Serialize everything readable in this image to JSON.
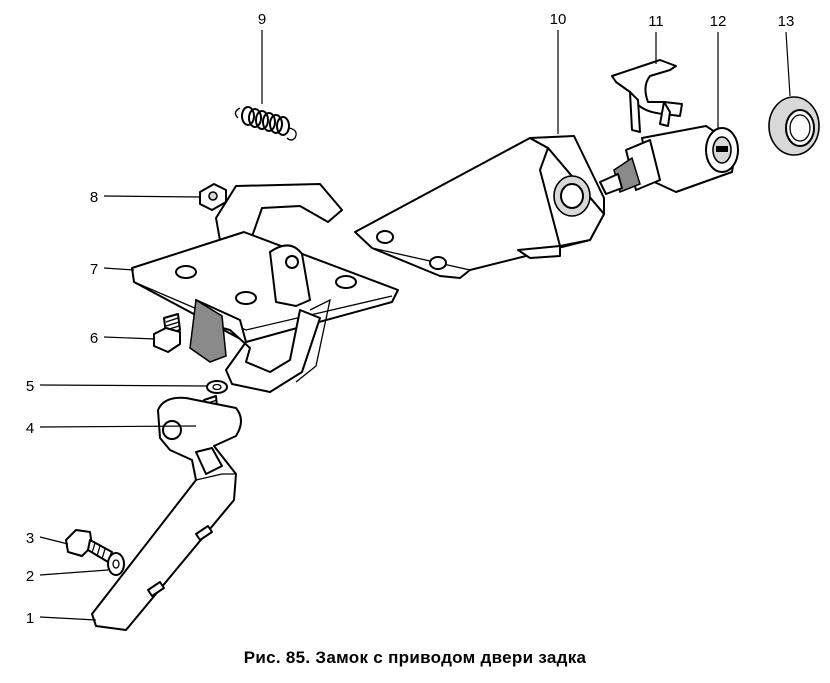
{
  "caption": "Рис. 85. Замок с приводом двери задка",
  "callouts": {
    "c1": "1",
    "c2": "2",
    "c3": "3",
    "c4": "4",
    "c5": "5",
    "c6": "6",
    "c7": "7",
    "c8": "8",
    "c9": "9",
    "c10": "10",
    "c11": "11",
    "c12": "12",
    "c13": "13"
  }
}
